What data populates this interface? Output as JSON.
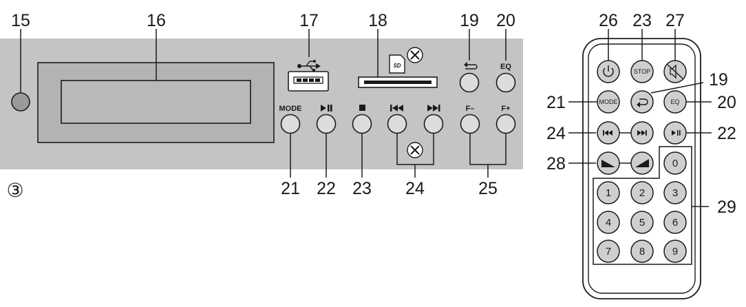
{
  "figure_number": "③",
  "callouts": {
    "c15": "15",
    "c16": "16",
    "c17": "17",
    "c18": "18",
    "c19": "19",
    "c20": "20",
    "c21": "21",
    "c22": "22",
    "c23": "23",
    "c24": "24",
    "c25": "25",
    "r26": "26",
    "r23": "23",
    "r27": "27",
    "r19": "19",
    "r21": "21",
    "r20": "20",
    "r24": "24",
    "r22": "22",
    "r28": "28",
    "r29": "29"
  },
  "panel": {
    "mode_label": "MODE",
    "eq_label": "EQ",
    "fminus_label": "F–",
    "fplus_label": "F+",
    "sd_label": "SD"
  },
  "remote": {
    "mode_label": "MODE",
    "stop_label": "STOP",
    "eq_label": "EQ",
    "digits": [
      "1",
      "2",
      "3",
      "4",
      "5",
      "6",
      "7",
      "8",
      "9"
    ],
    "zero": "0"
  }
}
